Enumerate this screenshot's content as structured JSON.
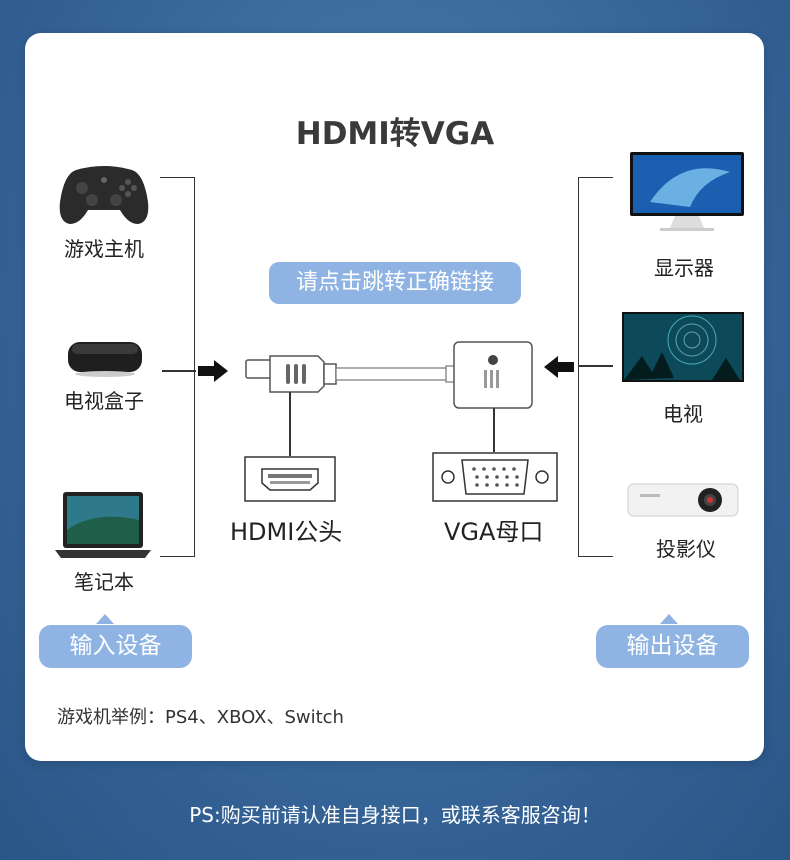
{
  "title": "HDMI转VGA",
  "link_button": "请点击跳转正确链接",
  "inputs": {
    "badge": "输入设备",
    "devices": [
      "游戏主机",
      "电视盒子",
      "笔记本"
    ]
  },
  "outputs": {
    "badge": "输出设备",
    "devices": [
      "显示器",
      "电视",
      "投影仪"
    ]
  },
  "connectors": {
    "hdmi": "HDMI公头",
    "vga": "VGA母口"
  },
  "example_note": "游戏机举例：PS4、XBOX、Switch",
  "footer": "PS:购买前请认准自身接口，或联系客服咨询！",
  "colors": {
    "accent": "#8fb4e3",
    "background": "#3a6a9e"
  }
}
